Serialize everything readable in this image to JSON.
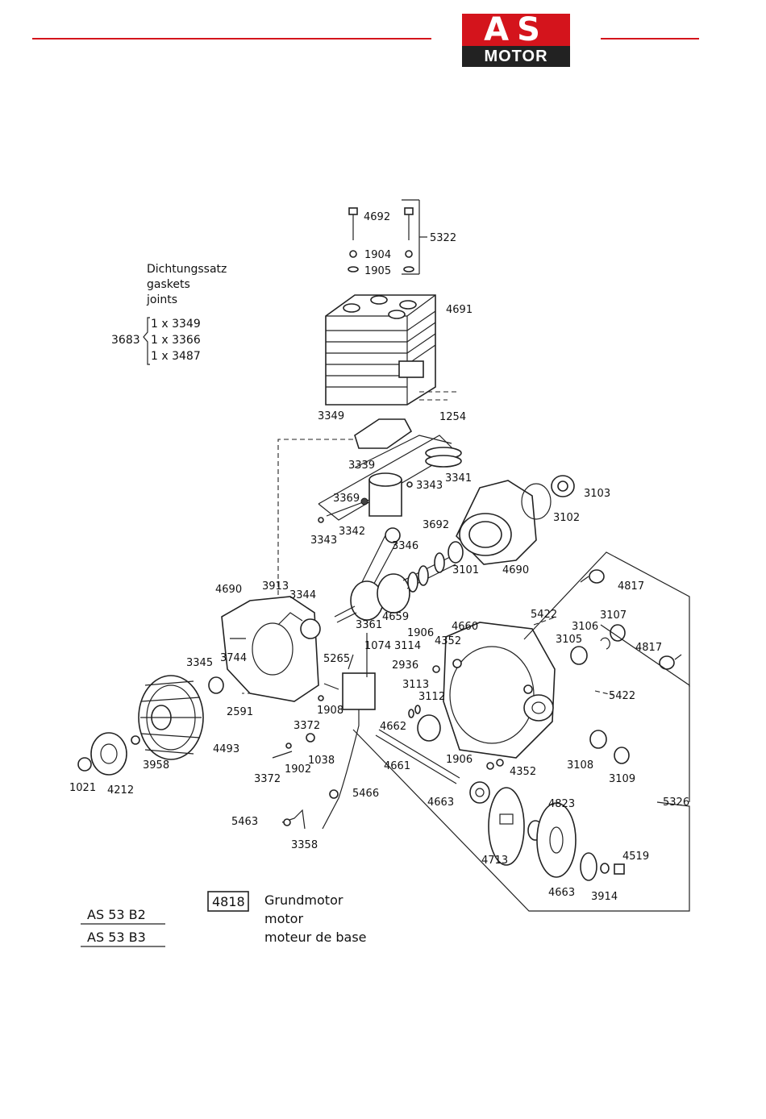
{
  "header": {
    "brand_top": "AS",
    "brand_bottom": "MOTOR",
    "accent_color": "#d4141c"
  },
  "gasket_kit": {
    "label_de": "Dichtungssatz",
    "label_en": "gaskets",
    "label_fr": "joints",
    "kit_number": "3683",
    "items": [
      "1 x 3349",
      "1 x 3366",
      "1 x 3487"
    ]
  },
  "part_numbers": {
    "p4692": "4692",
    "p5322": "5322",
    "p1904": "1904",
    "p1905": "1905",
    "p4691": "4691",
    "p1254": "1254",
    "p3349": "3349",
    "p3339": "3339",
    "p3341": "3341",
    "p3343a": "3343",
    "p3369": "3369",
    "p3342": "3342",
    "p3343b": "3343",
    "p3103": "3103",
    "p3102": "3102",
    "p3692": "3692",
    "p3346": "3346",
    "p3101": "3101",
    "p4690a": "4690",
    "p4817a": "4817",
    "p4690b": "4690",
    "p3913": "3913",
    "p3344": "3344",
    "p4659": "4659",
    "p5422a": "5422",
    "p3107": "3107",
    "p3106": "3106",
    "p3361": "3361",
    "p1906a": "1906",
    "p4660": "4660",
    "p3105": "3105",
    "p4817b": "4817",
    "p3114": "3114",
    "p4352a": "4352",
    "p1074": "1074",
    "p3345": "3345",
    "p3744": "3744",
    "p5265": "5265",
    "p2936": "2936",
    "p3113": "3113",
    "p3112": "3112",
    "p5422b": "5422",
    "p2591": "2591",
    "p1908": "1908",
    "p3372a": "3372",
    "p4662": "4662",
    "p4493": "4493",
    "p3958": "3958",
    "p1902": "1902",
    "p1038": "1038",
    "p4661": "4661",
    "p1906b": "1906",
    "p4352b": "4352",
    "p3108": "3108",
    "p3109": "3109",
    "p1021": "1021",
    "p4212": "4212",
    "p3372b": "3372",
    "p5466": "5466",
    "p5326": "5326",
    "p4663a": "4663",
    "p4823": "4823",
    "p5463": "5463",
    "p3358": "3358",
    "p4713": "4713",
    "p4519": "4519",
    "p4663b": "4663",
    "p3914": "3914"
  },
  "footer": {
    "models": [
      "AS 53 B2",
      "AS 53 B3"
    ],
    "assembly_number": "4818",
    "title_de": "Grundmotor",
    "title_en": "motor",
    "title_fr": "moteur de base"
  }
}
